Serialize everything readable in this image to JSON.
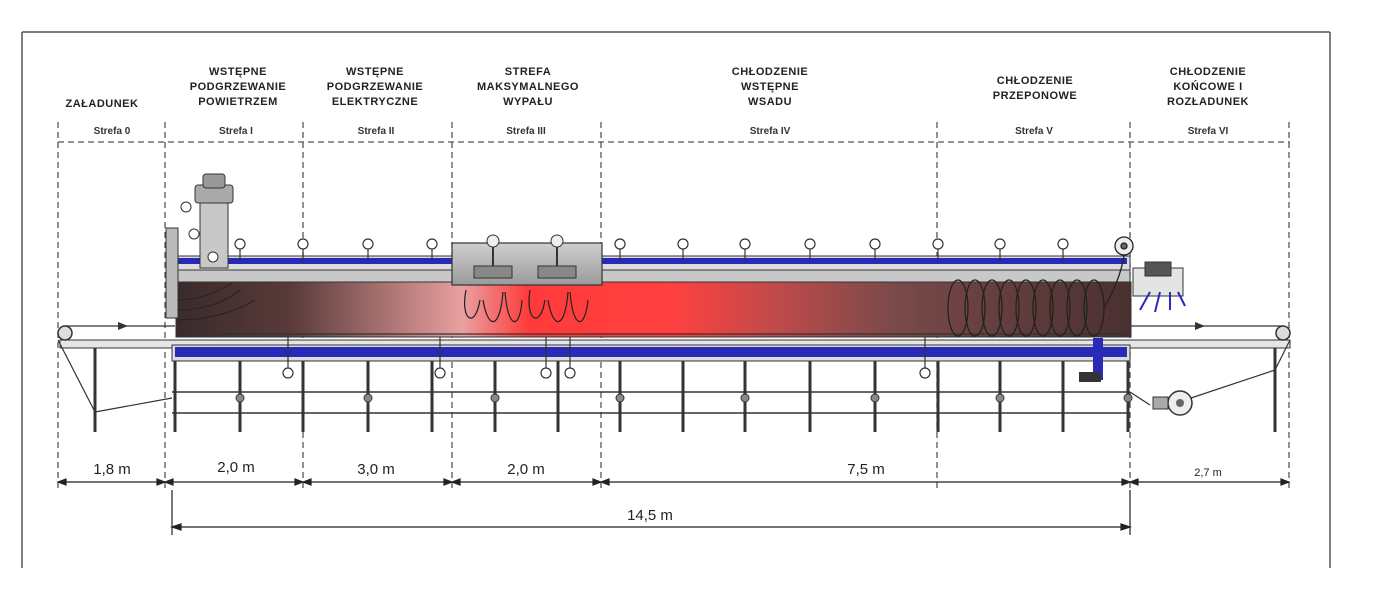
{
  "zones": [
    {
      "title": [
        "ZAŁADUNEK"
      ],
      "label": "Strefa 0"
    },
    {
      "title": [
        "WSTĘPNE",
        "PODGRZEWANIE",
        "POWIETRZEM"
      ],
      "label": "Strefa I"
    },
    {
      "title": [
        "WSTĘPNE",
        "PODGRZEWANIE",
        "ELEKTRYCZNE"
      ],
      "label": "Strefa II"
    },
    {
      "title": [
        "STREFA",
        "MAKSYMALNEGO",
        "WYPAŁU"
      ],
      "label": "Strefa III"
    },
    {
      "title": [
        "CHŁODZENIE",
        "WSTĘPNE",
        "WSADU"
      ],
      "label": "Strefa IV"
    },
    {
      "title": [
        "CHŁODZENIE",
        "PRZEPONOWE"
      ],
      "label": "Strefa V"
    },
    {
      "title": [
        "CHŁODZENIE",
        "KOŃCOWE I",
        "ROZŁADUNEK"
      ],
      "label": "Strefa VI"
    }
  ],
  "dimensions": [
    "1,8 m",
    "2,0 m",
    "3,0 m",
    "2,0 m",
    "7,5 m",
    "2,7 m"
  ],
  "total_dimension": "14,5 m",
  "colors": {
    "hot": "#ff2a2a",
    "cool": "#3a2a2a",
    "casing": "#2a2ab8",
    "frame": "#222222"
  }
}
